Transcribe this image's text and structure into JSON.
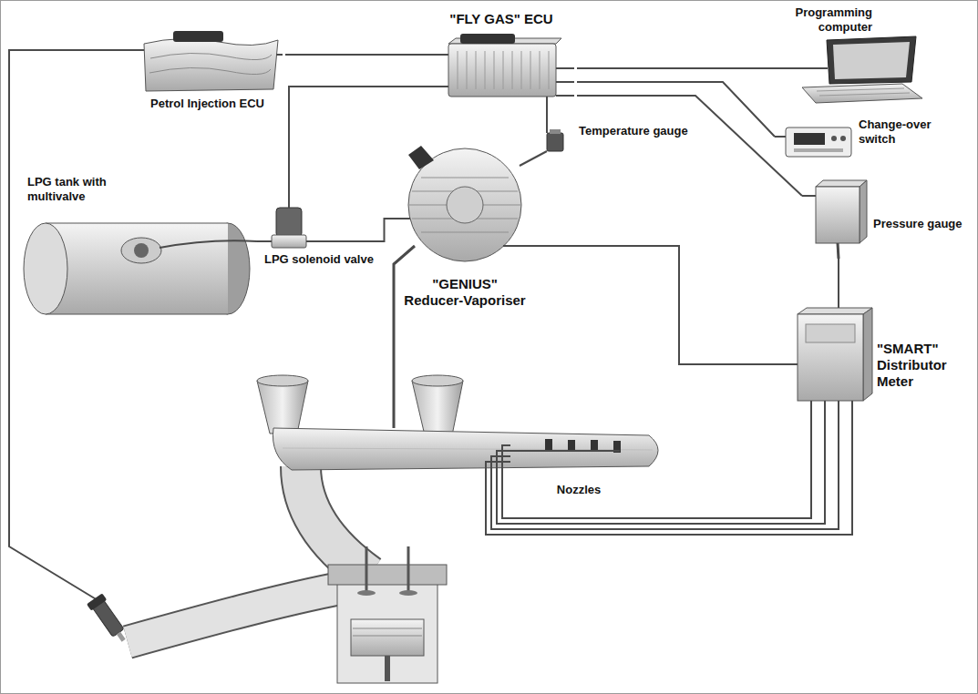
{
  "diagram": {
    "nodes": [
      {
        "text": [
          "Petrol Injection ECU"
        ]
      },
      {
        "text": [
          "\"FLY GAS\" ECU"
        ]
      },
      {
        "text": [
          "Programming computer"
        ]
      },
      {
        "text": [
          "Change-over switch"
        ]
      },
      {
        "text": [
          "Temperature gauge"
        ]
      },
      {
        "text": [
          "LPG tank with multivalve"
        ]
      },
      {
        "text": [
          "LPG solenoid valve"
        ]
      },
      {
        "text": [
          "\"GENIUS\" Reducer-Vaporiser"
        ]
      },
      {
        "text": [
          "Pressure gauge"
        ]
      },
      {
        "text": [
          "\"SMART\" Distributor Meter"
        ]
      },
      {
        "text": [
          "Nozzles"
        ]
      }
    ],
    "edges": [
      {
        "from": 0,
        "to": 1,
        "arrow": "none"
      },
      {
        "from": 1,
        "to": 2,
        "arrow": "none"
      },
      {
        "from": 1,
        "to": 3,
        "arrow": "none"
      },
      {
        "from": 1,
        "to": 8,
        "arrow": "none"
      },
      {
        "from": 1,
        "to": 4,
        "arrow": "none"
      },
      {
        "from": 1,
        "to": 6,
        "arrow": "none"
      },
      {
        "from": 5,
        "to": 6,
        "arrow": "none"
      },
      {
        "from": 6,
        "to": 7,
        "arrow": "none"
      },
      {
        "from": 7,
        "to": 9,
        "arrow": "none"
      },
      {
        "from": 8,
        "to": 9,
        "arrow": "none"
      },
      {
        "from": 9,
        "to": 10,
        "arrow": "none"
      }
    ]
  }
}
